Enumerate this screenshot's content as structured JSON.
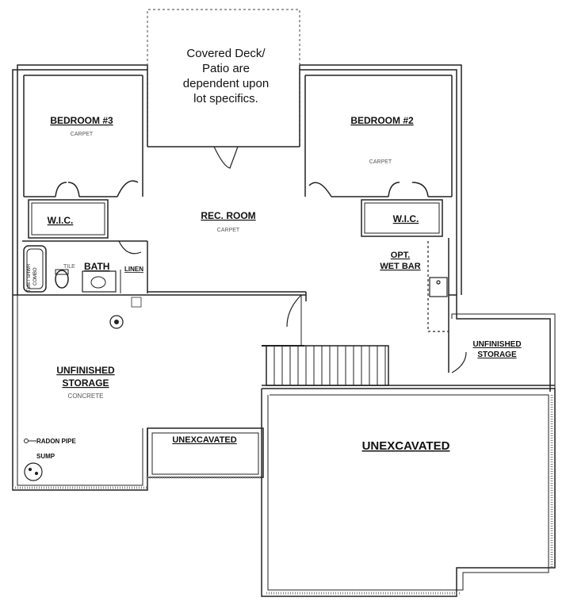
{
  "note": {
    "lines": [
      "Covered Deck/",
      "Patio are",
      "dependent upon",
      "lot specifics."
    ]
  },
  "rooms": {
    "bedroom3": {
      "name": "BEDROOM #3",
      "floor": "CARPET"
    },
    "bedroom2": {
      "name": "BEDROOM #2",
      "floor": "CARPET"
    },
    "wic_left": {
      "name": "W.I.C."
    },
    "wic_right": {
      "name": "W.I.C."
    },
    "rec_room": {
      "name": "REC. ROOM",
      "floor": "CARPET"
    },
    "bath": {
      "name": "BATH",
      "floor": "TILE"
    },
    "linen": {
      "name": "LINEN"
    },
    "tub": {
      "lines": [
        "TUB / SHWR",
        "COMBO"
      ]
    },
    "wet_bar": {
      "lines": [
        "OPT.",
        "WET BAR"
      ]
    },
    "unfinished_left": {
      "lines": [
        "UNFINISHED",
        "STORAGE"
      ],
      "floor": "CONCRETE"
    },
    "unfinished_right": {
      "lines": [
        "UNFINISHED",
        "STORAGE"
      ]
    },
    "radon": {
      "name": "RADON PIPE"
    },
    "sump": {
      "name": "SUMP"
    },
    "unexcavated_small": {
      "name": "UNEXCAVATED"
    },
    "unexcavated_large": {
      "name": "UNEXCAVATED"
    }
  }
}
